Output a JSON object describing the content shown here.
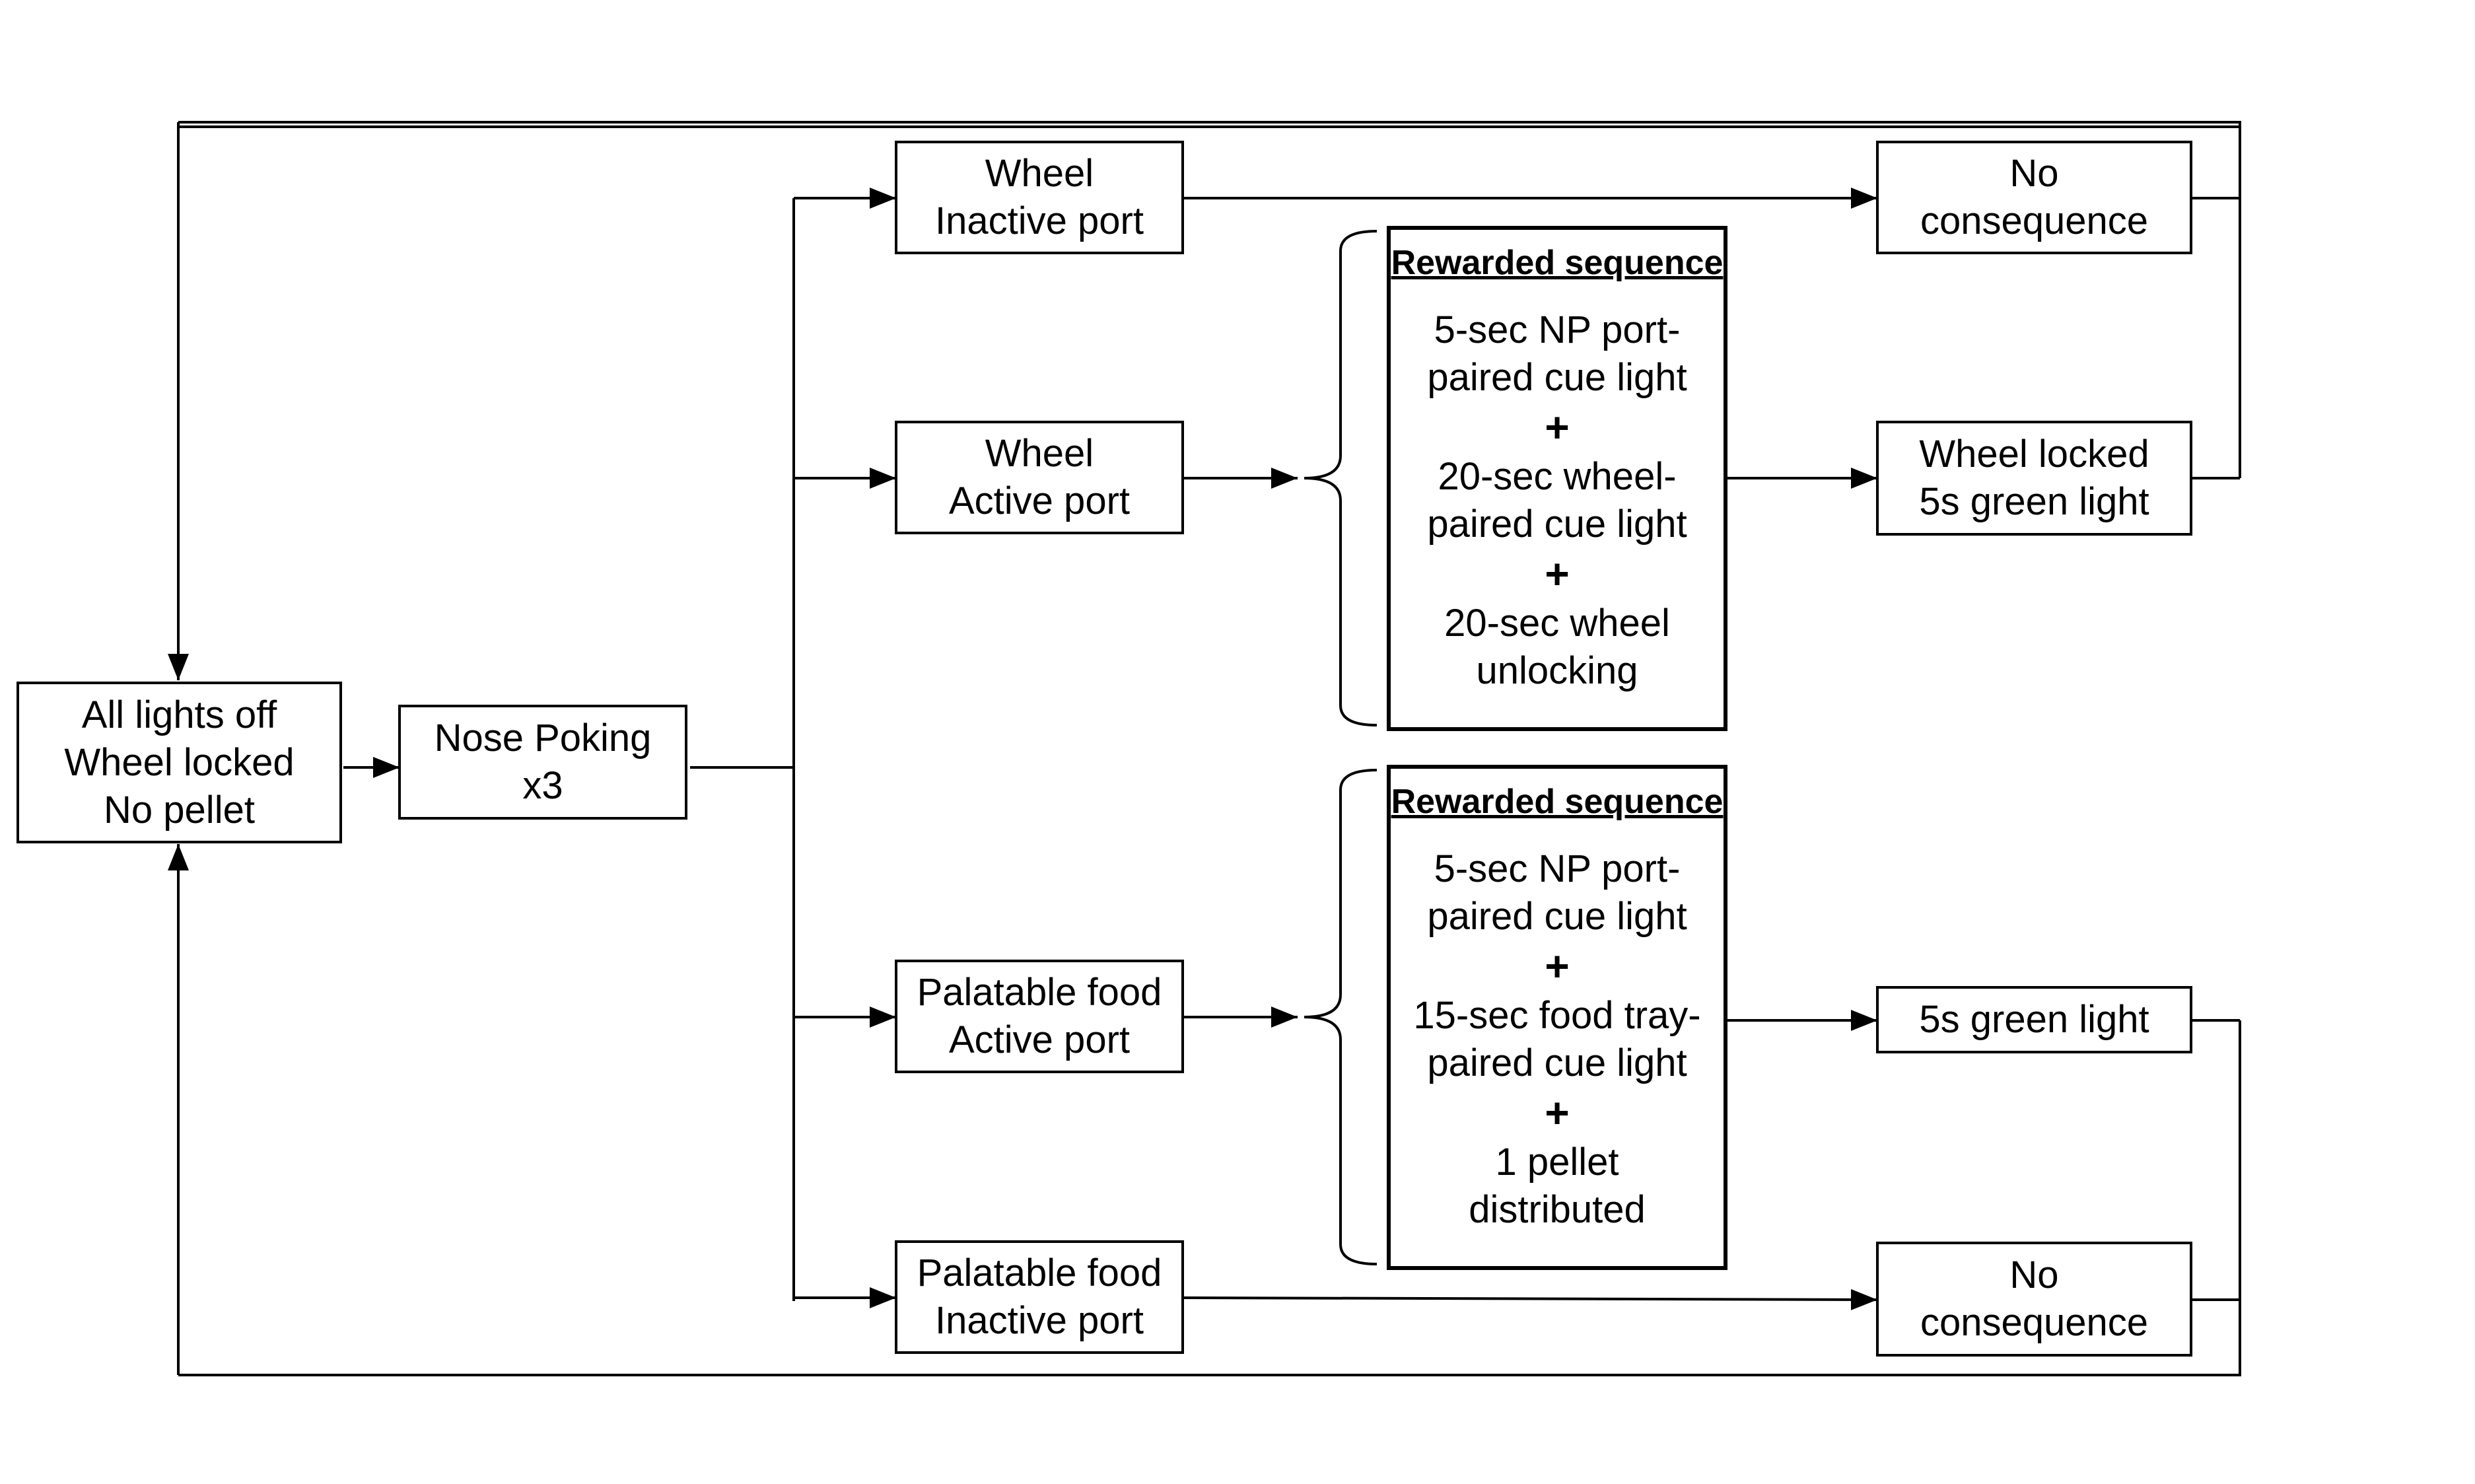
{
  "nodes": {
    "start": {
      "lines": [
        "All lights off",
        "Wheel locked",
        "No pellet"
      ]
    },
    "nose_poke": {
      "lines": [
        "Nose Poking",
        "x3"
      ]
    },
    "wheel_inactive": {
      "lines": [
        "Wheel",
        "Inactive port"
      ]
    },
    "wheel_active": {
      "lines": [
        "Wheel",
        "Active port"
      ]
    },
    "food_active": {
      "lines": [
        "Palatable food",
        "Active port"
      ]
    },
    "food_inactive": {
      "lines": [
        "Palatable food",
        "Inactive port"
      ]
    },
    "no_consequence_top": {
      "lines": [
        "No",
        "consequence"
      ]
    },
    "wheel_locked_green": {
      "lines": [
        "Wheel locked",
        "5s green light"
      ]
    },
    "green_light": {
      "lines": [
        "5s green light"
      ]
    },
    "no_consequence_bottom": {
      "lines": [
        "No",
        "consequence"
      ]
    }
  },
  "sequences": {
    "wheel": {
      "header": "Rewarded sequence",
      "step1": [
        "5-sec NP port-",
        "paired cue light"
      ],
      "plus": "+",
      "step2": [
        "20-sec wheel-",
        "paired cue light"
      ],
      "step3": [
        "20-sec wheel",
        "unlocking"
      ]
    },
    "food": {
      "header": "Rewarded sequence",
      "step1": [
        "5-sec NP port-",
        "paired cue light"
      ],
      "plus": "+",
      "step2": [
        "15-sec food tray-",
        "paired cue light"
      ],
      "step3": [
        "1 pellet",
        "distributed"
      ]
    }
  },
  "colors": {
    "line": "#000000",
    "background": "#ffffff"
  }
}
